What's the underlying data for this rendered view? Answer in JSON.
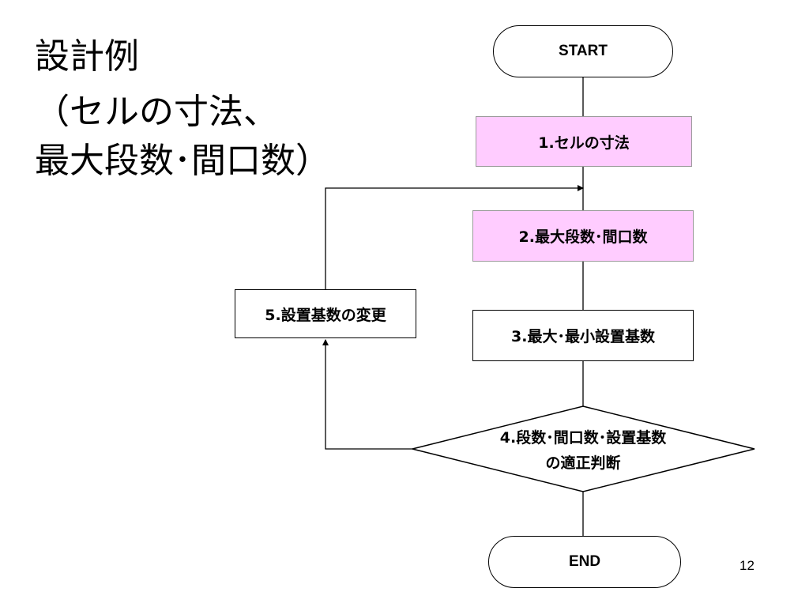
{
  "slide": {
    "title_lines": [
      "設計例",
      "（セルの寸法、",
      "最大段数･間口数）"
    ],
    "page_number": "12"
  },
  "flowchart": {
    "start": "START",
    "step1": "1.セルの寸法",
    "step2": "2.最大段数･間口数",
    "step3": "3.最大･最小設置基数",
    "step4_line1": "4.段数･間口数･設置基数",
    "step4_line2": "の適正判断",
    "step5": "5.設置基数の変更",
    "end": "END"
  },
  "colors": {
    "highlight_fill": "#ffccff",
    "line": "#000000"
  }
}
